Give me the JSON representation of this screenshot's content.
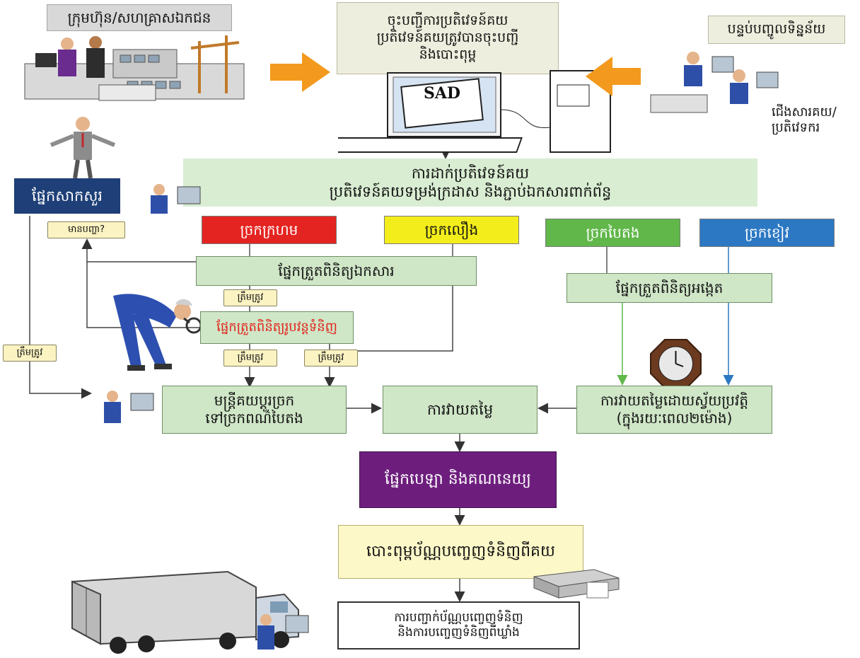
{
  "labels": {
    "company": "ក្រុមហ៊ុន/សហគ្រាសឯកជន",
    "register_line1": "ចុះបញ្ជីការប្រតិវេទន៍គយ",
    "register_line2": "ប្រតិវេទន៍គយត្រូវបានចុះបញ្ជី",
    "register_line3": "និងបោះពុម្ព",
    "sad": "SAD",
    "data_entry_room": "បន្ទប់បញ្ចូលទិន្នន័យ",
    "broker_line1": "ជើងសារគយ/",
    "broker_line2": "ប្រតិវេទករ",
    "submission_line1": "ការដាក់ប្រតិវេទន៍គយ",
    "submission_line2": "ប្រតិវេទន៍គយទម្រង់ក្រដាស និងភ្ជាប់ឯកសារពាក់ព័ន្ធ",
    "inquiry_dept": "ផ្នែកសាកសួរ",
    "has_problem": "មានបញ្ហា?",
    "correct": "ត្រឹមត្រូវ",
    "red_channel": "ច្រកក្រហម",
    "yellow_channel": "ច្រកលឿង",
    "green_channel": "ច្រកបៃតង",
    "blue_channel": "ច្រកខៀវ",
    "document_check": "ផ្នែកត្រួតពិនិត្យឯកសារ",
    "physical_check": "ផ្នែកត្រួតពិនិត្យរូបវន្តទំនិញ",
    "observation_check": "ផ្នែកត្រួតពិនិត្យអង្កេត",
    "officer_line1": "មន្ត្រីគយប្តូរច្រក",
    "officer_line2": "ទៅច្រកពណ៌បៃតង",
    "assessment": "ការវាយតម្លៃ",
    "auto_line1": "ការវាយតម្លៃដោយស្វ័យប្រវត្តិ",
    "auto_line2": "(ក្នុងរយៈពេល២ម៉ោង)",
    "cashier": "ផ្នែកបេឡា និងគណនេយ្យ",
    "print_permit": "បោះពុម្ពប័ណ្ណបញ្ចេញទំនិញពីគយ",
    "release_line1": "ការបញ្ជាក់ប័ណ្ណបញ្ចេញទំនិញ",
    "release_line2": "និងការបញ្ចេញទំនិញពីឃ្លាំង"
  },
  "colors": {
    "arrow": "#f39a1e",
    "red": "#e42421",
    "yellow": "#f3ed1b",
    "green": "#61b74a",
    "blue": "#2c78c3",
    "navy": "#1e3f77",
    "purple": "#6d1e7d"
  }
}
